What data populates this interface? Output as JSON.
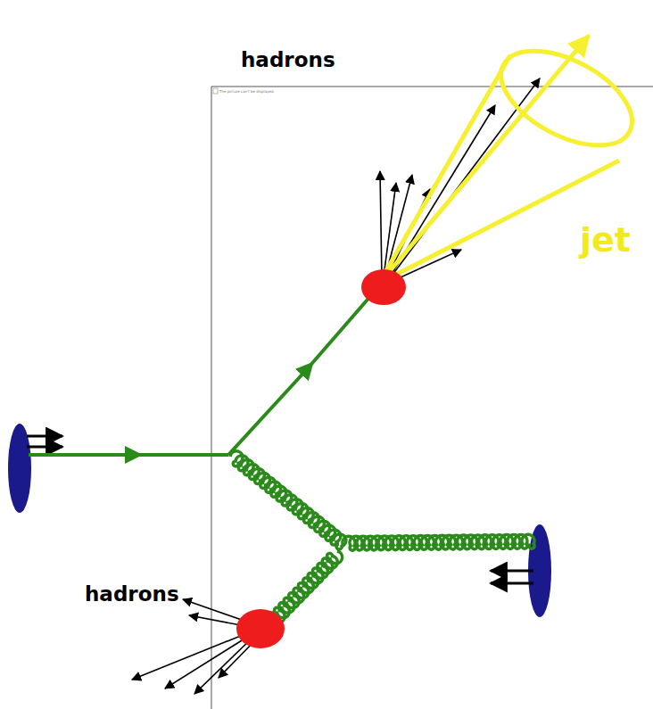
{
  "diagram": {
    "labels": [
      "The picture can't be displayed.",
      "hadrons",
      "jet",
      "hadrons"
    ]
  }
}
